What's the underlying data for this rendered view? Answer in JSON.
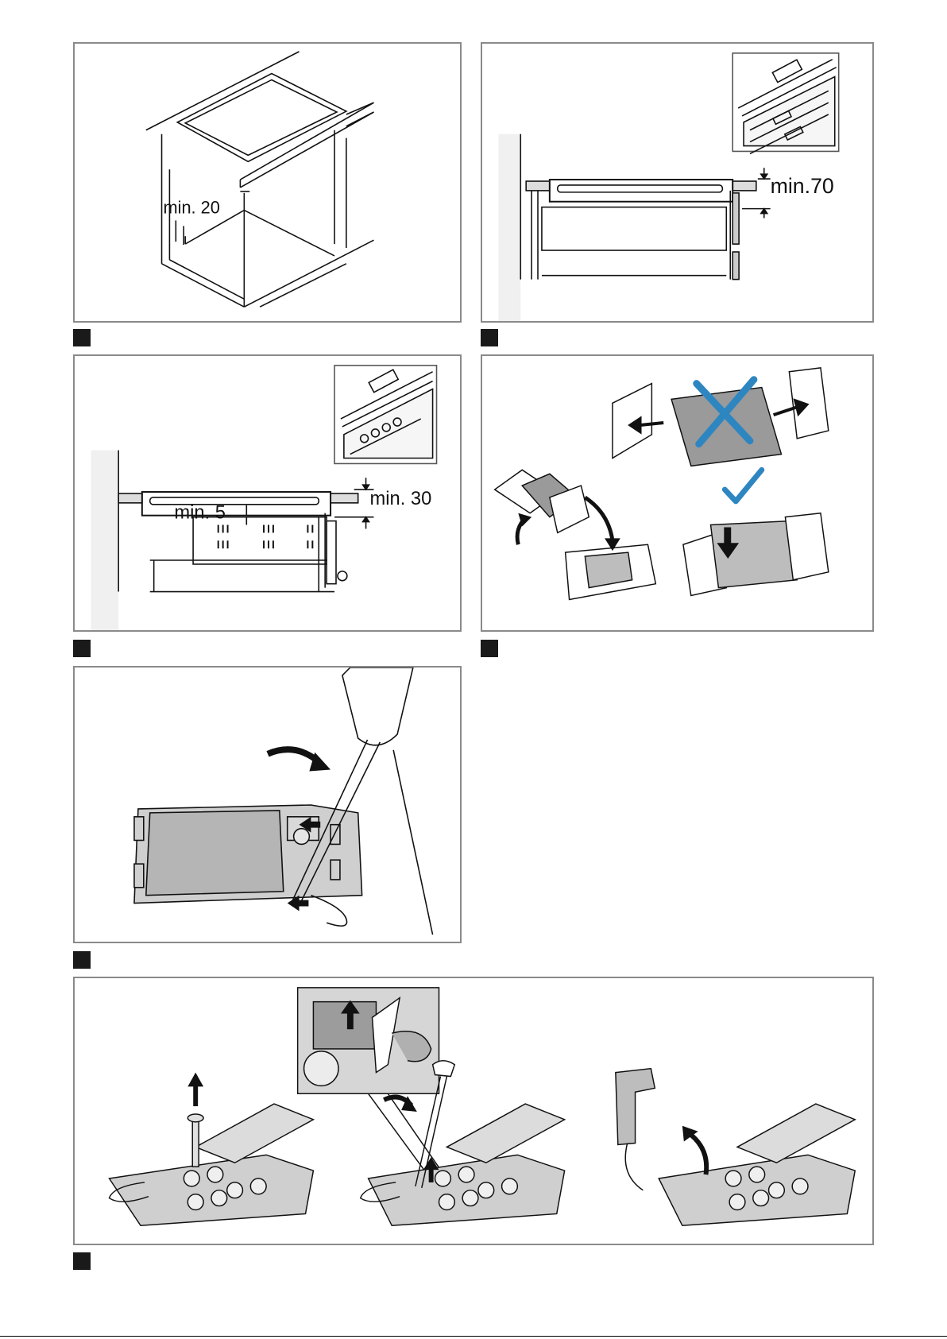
{
  "figures": {
    "fig1": {
      "dim_label": "min. 20"
    },
    "fig2": {
      "dim_label": "min.70"
    },
    "fig3": {
      "dim_label_top": "min. 30",
      "dim_label_inner": "min. 5"
    },
    "fig4": {},
    "fig5": {},
    "fig6": {}
  },
  "colors": {
    "check": "#2e86c1",
    "cross": "#2e86c1",
    "frame": "#8a8a8a",
    "marker": "#1a1a1a"
  }
}
